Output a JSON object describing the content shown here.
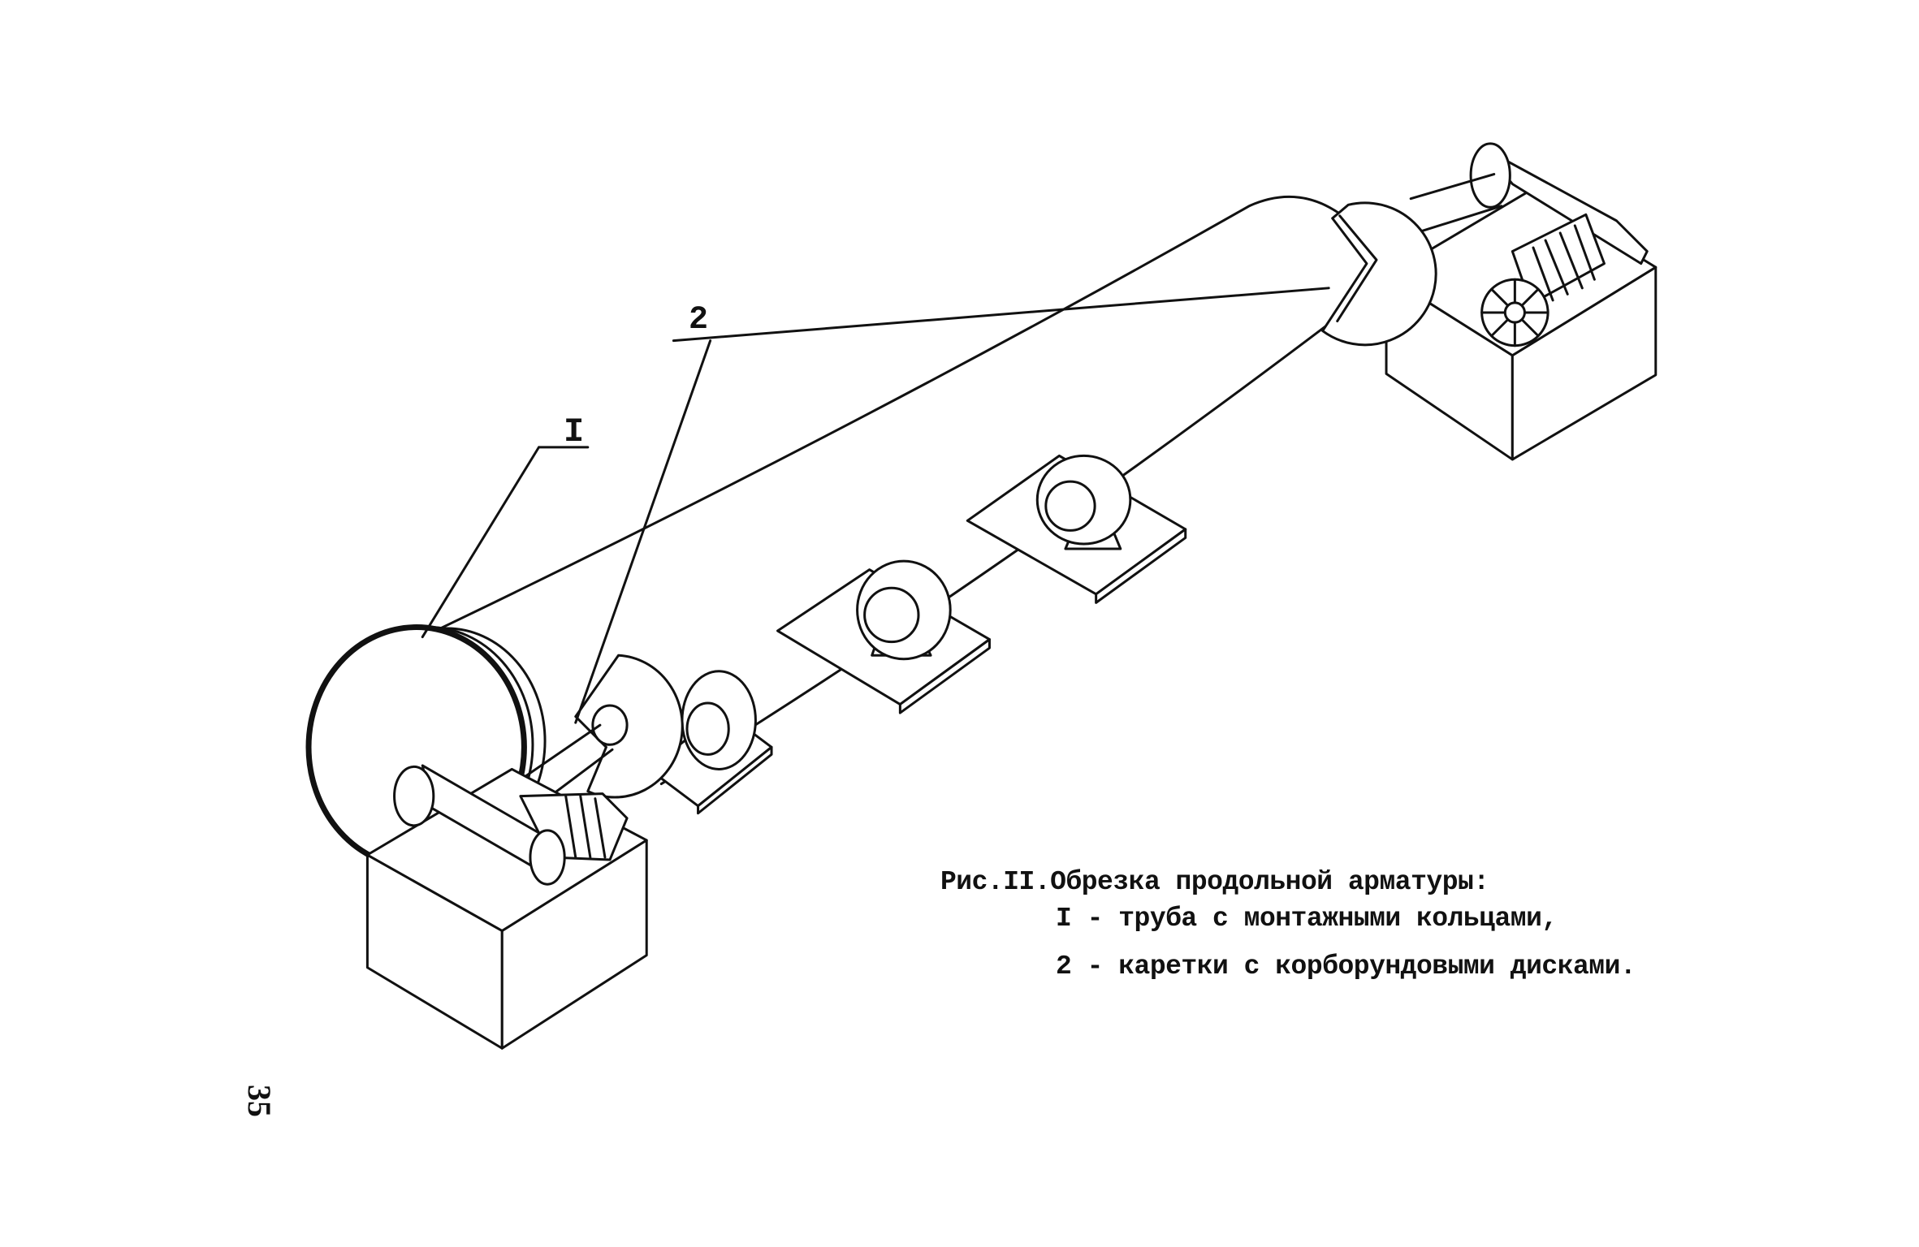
{
  "figure": {
    "part_labels": {
      "tube": "I",
      "carriages": "2"
    },
    "caption": {
      "title": "Рис.II.Обрезка продольной арматуры:",
      "item_1": "I - труба с монтажными кольцами,",
      "item_2": "2 - каретки с корборундовыми дисками."
    }
  },
  "page_number": "35",
  "colors": {
    "ink": "#111111",
    "paper": "#ffffff"
  }
}
